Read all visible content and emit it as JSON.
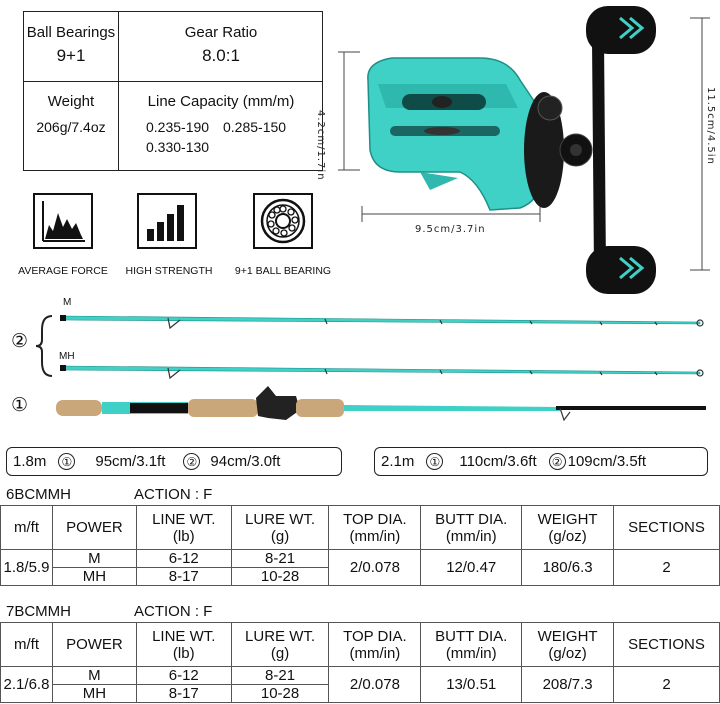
{
  "specs": {
    "ball_bearings_label": "Ball Bearings",
    "ball_bearings_value": "9+1",
    "gear_ratio_label": "Gear Ratio",
    "gear_ratio_value": "8.0:1",
    "weight_label": "Weight",
    "weight_value": "206g/7.4oz",
    "line_capacity_label": "Line Capacity (mm/m)",
    "line_capacity_1": "0.235-190",
    "line_capacity_2": "0.285-150",
    "line_capacity_3": "0.330-130"
  },
  "features": [
    {
      "label": "AVERAGE FORCE",
      "icon": "average-force-icon"
    },
    {
      "label": "HIGH STRENGTH",
      "icon": "high-strength-icon"
    },
    {
      "label": "9+1 BALL BEARING",
      "icon": "ball-bearing-icon"
    }
  ],
  "dimensions": {
    "height": "4.2cm/1.7in",
    "width": "9.5cm/3.7in",
    "total": "11.5cm/4.5in"
  },
  "rod_labels": {
    "two": "②",
    "one": "①",
    "m": "M",
    "mh": "MH"
  },
  "lengths": {
    "short": {
      "total": "1.8m",
      "p1_mark": "①",
      "p1": "95cm/3.1ft",
      "p2_mark": "②",
      "p2": "94cm/3.0ft"
    },
    "long": {
      "total": "2.1m",
      "p1_mark": "①",
      "p1": "110cm/3.6ft",
      "p2_mark": "②",
      "p2": "109cm/3.5ft"
    }
  },
  "headers": {
    "mft": "m/ft",
    "power": "POWER",
    "line_wt": "LINE WT.",
    "line_wt_unit": "(lb)",
    "lure_wt": "LURE WT.",
    "lure_wt_unit": "(g)",
    "top_dia": "TOP DIA.",
    "top_dia_unit": "(mm/in)",
    "butt_dia": "BUTT DIA.",
    "butt_dia_unit": "(mm/in)",
    "weight": "WEIGHT",
    "weight_unit": "(g/oz)",
    "sections": "SECTIONS"
  },
  "table1": {
    "model": "6BCMMH",
    "action": "ACTION : F",
    "length": "1.8/5.9",
    "power_m": "M",
    "power_mh": "MH",
    "line_m": "6-12",
    "line_mh": "8-17",
    "lure_m": "8-21",
    "lure_mh": "10-28",
    "top": "2/0.078",
    "butt": "12/0.47",
    "weight": "180/6.3",
    "sections": "2"
  },
  "table2": {
    "model": "7BCMMH",
    "action": "ACTION : F",
    "length": "2.1/6.8",
    "power_m": "M",
    "power_mh": "MH",
    "line_m": "6-12",
    "line_mh": "8-17",
    "lure_m": "8-21",
    "lure_mh": "10-28",
    "top": "2/0.078",
    "butt": "13/0.51",
    "weight": "208/7.3",
    "sections": "2"
  },
  "colors": {
    "teal": "#3fd0c6",
    "black": "#111111",
    "cork": "#c9a77a"
  }
}
